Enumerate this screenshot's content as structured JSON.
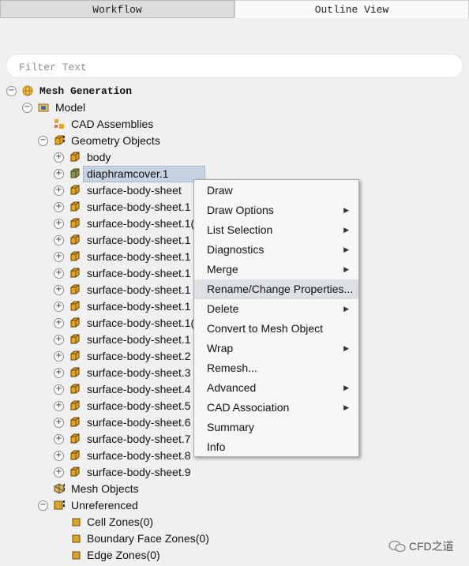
{
  "tabs": {
    "workflow": "Workflow",
    "outline": "Outline View"
  },
  "filter": {
    "placeholder": "Filter Text"
  },
  "tree": {
    "mesh_generation": "Mesh Generation",
    "model": "Model",
    "cad_assemblies": "CAD Assemblies",
    "geometry_objects": "Geometry Objects",
    "objects": [
      "body",
      "diaphramcover.1",
      "surface-body-sheet",
      "surface-body-sheet.1",
      "surface-body-sheet.1(",
      "surface-body-sheet.1",
      "surface-body-sheet.1",
      "surface-body-sheet.1",
      "surface-body-sheet.1",
      "surface-body-sheet.1",
      "surface-body-sheet.1(",
      "surface-body-sheet.1",
      "surface-body-sheet.2",
      "surface-body-sheet.3",
      "surface-body-sheet.4",
      "surface-body-sheet.5",
      "surface-body-sheet.6",
      "surface-body-sheet.7",
      "surface-body-sheet.8",
      "surface-body-sheet.9"
    ],
    "mesh_objects": "Mesh Objects",
    "unreferenced": "Unreferenced",
    "cell_zones": "Cell Zones(0)",
    "boundary_face_zones": "Boundary Face Zones(0)",
    "edge_zones": "Edge Zones(0)"
  },
  "context_menu": [
    {
      "label": "Draw",
      "submenu": false
    },
    {
      "label": "Draw Options",
      "submenu": true
    },
    {
      "label": "List Selection",
      "submenu": true
    },
    {
      "label": "Diagnostics",
      "submenu": true
    },
    {
      "label": "Merge",
      "submenu": true
    },
    {
      "label": "Rename/Change Properties...",
      "submenu": false,
      "highlighted": true
    },
    {
      "label": "Delete",
      "submenu": true
    },
    {
      "label": "Convert to Mesh Object",
      "submenu": false
    },
    {
      "label": "Wrap",
      "submenu": true
    },
    {
      "label": "Remesh...",
      "submenu": false
    },
    {
      "label": "Advanced",
      "submenu": true
    },
    {
      "label": "CAD Association",
      "submenu": true
    },
    {
      "label": "Summary",
      "submenu": false
    },
    {
      "label": "Info",
      "submenu": false
    }
  ],
  "watermark": "CFD之道",
  "colors": {
    "selection": "#c6d3e2",
    "menu_highlight": "#dde1e6",
    "cube_orange": "#e8a516",
    "cube_green": "#7c9b58"
  }
}
